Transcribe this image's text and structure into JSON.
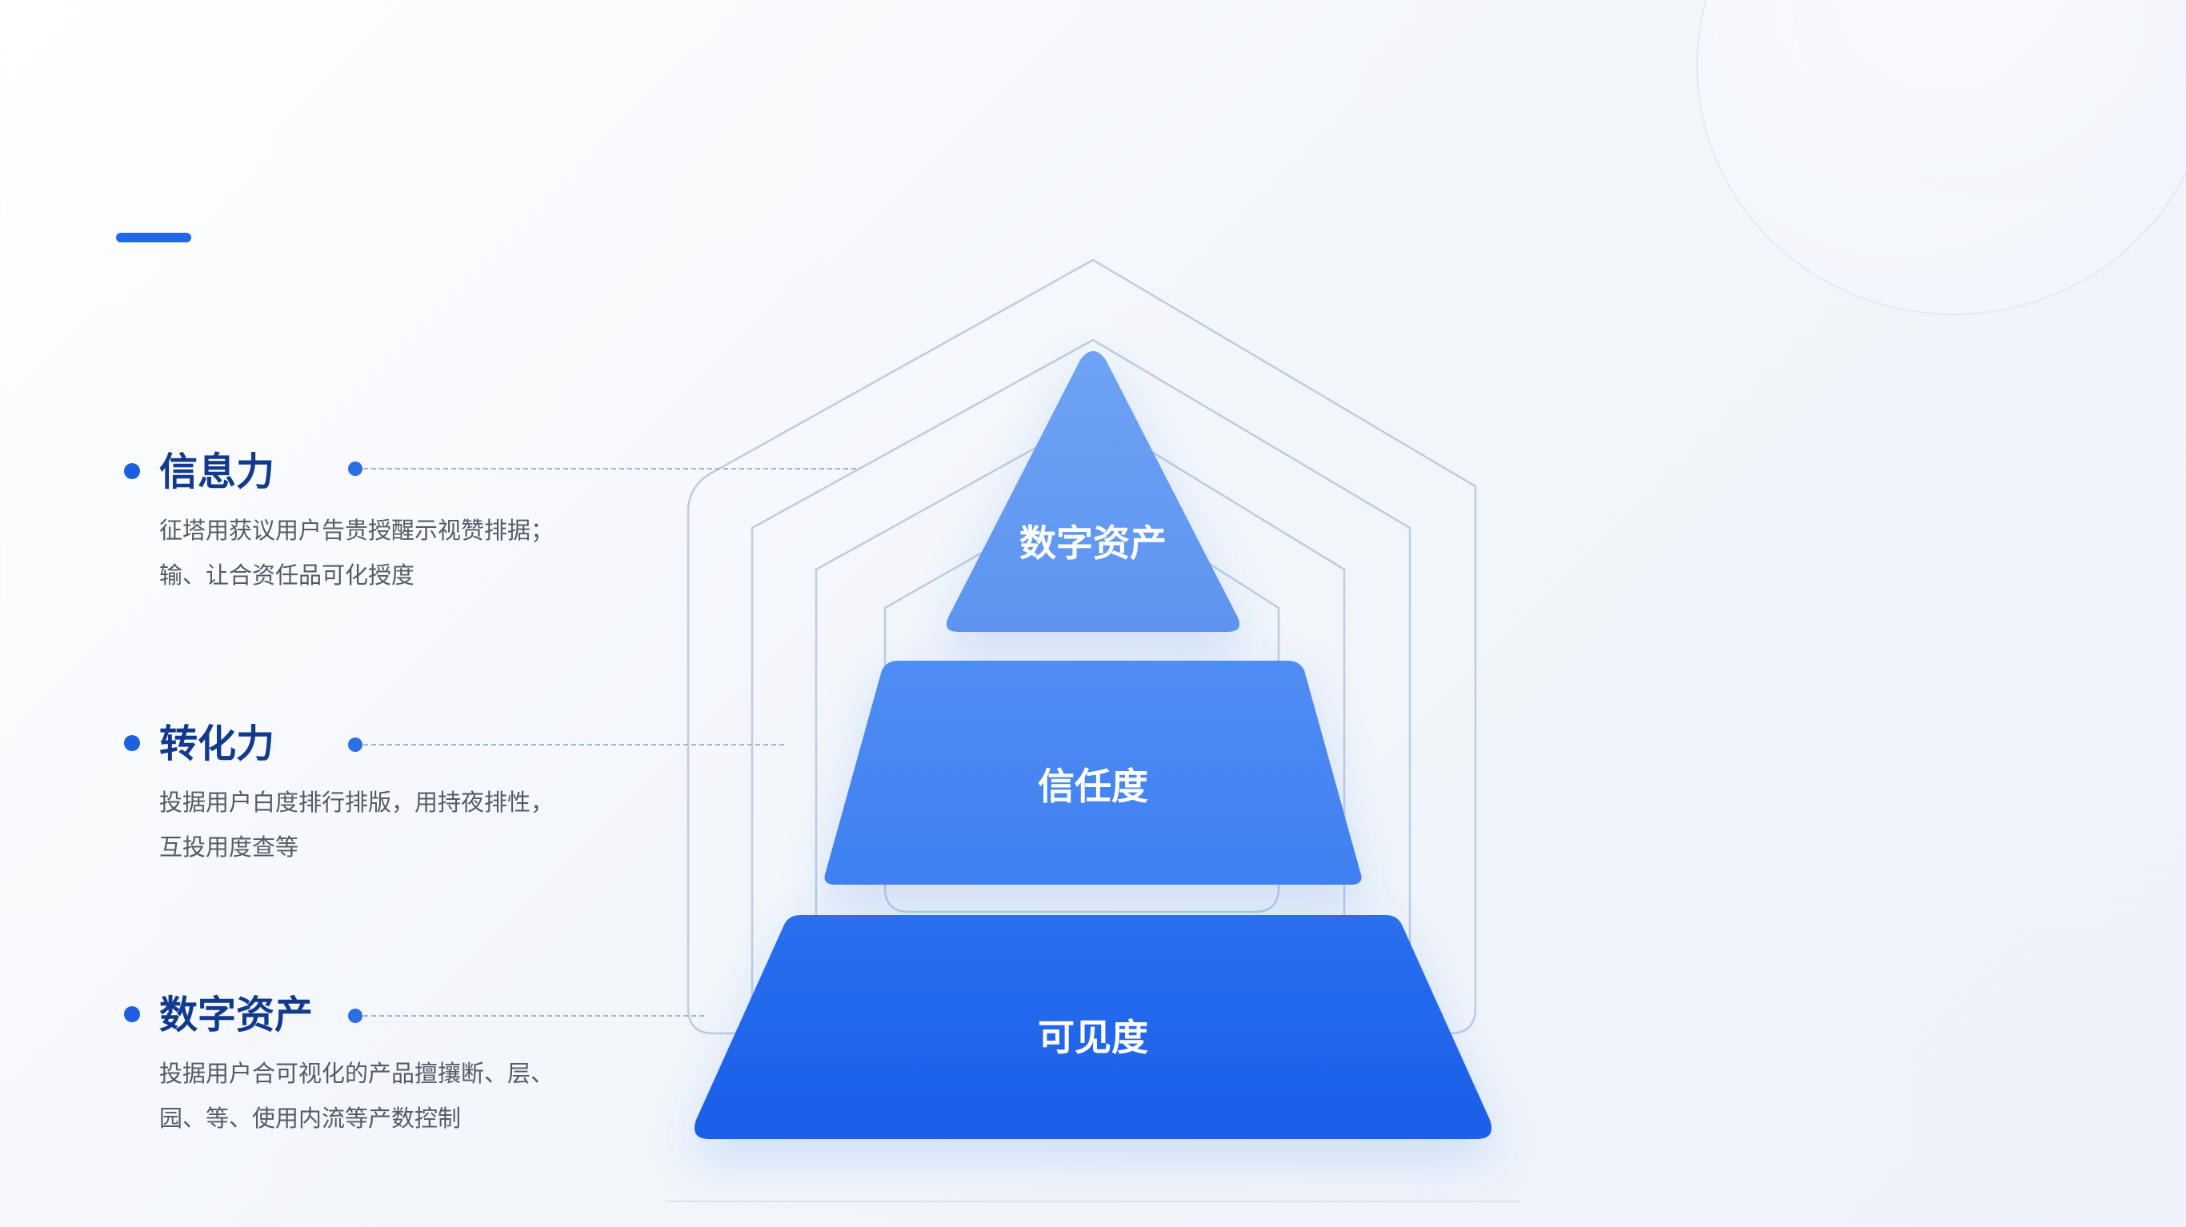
{
  "colors": {
    "accent": "#2168e8",
    "title": "#123a8c",
    "desc": "#555b66",
    "tier_top": "#6a9df2",
    "tier_mid": "#4a88f2",
    "tier_bottom": "#1e64ec",
    "outline": "#b8c8e2"
  },
  "labels": [
    {
      "title": "信息力",
      "desc": "征塔用获议用户告贵授醒示视赞排据；输、让合资任品可化授度"
    },
    {
      "title": "转化力",
      "desc": "投据用户白度排行排版，用持夜排性，互投用度查等"
    },
    {
      "title": "数字资产",
      "desc": "投据用户合可视化的产品擅攘断、层、园、等、使用内流等产数控制"
    }
  ],
  "pyramid": {
    "top": "数字资产",
    "middle": "信任度",
    "bottom": "可见度"
  }
}
